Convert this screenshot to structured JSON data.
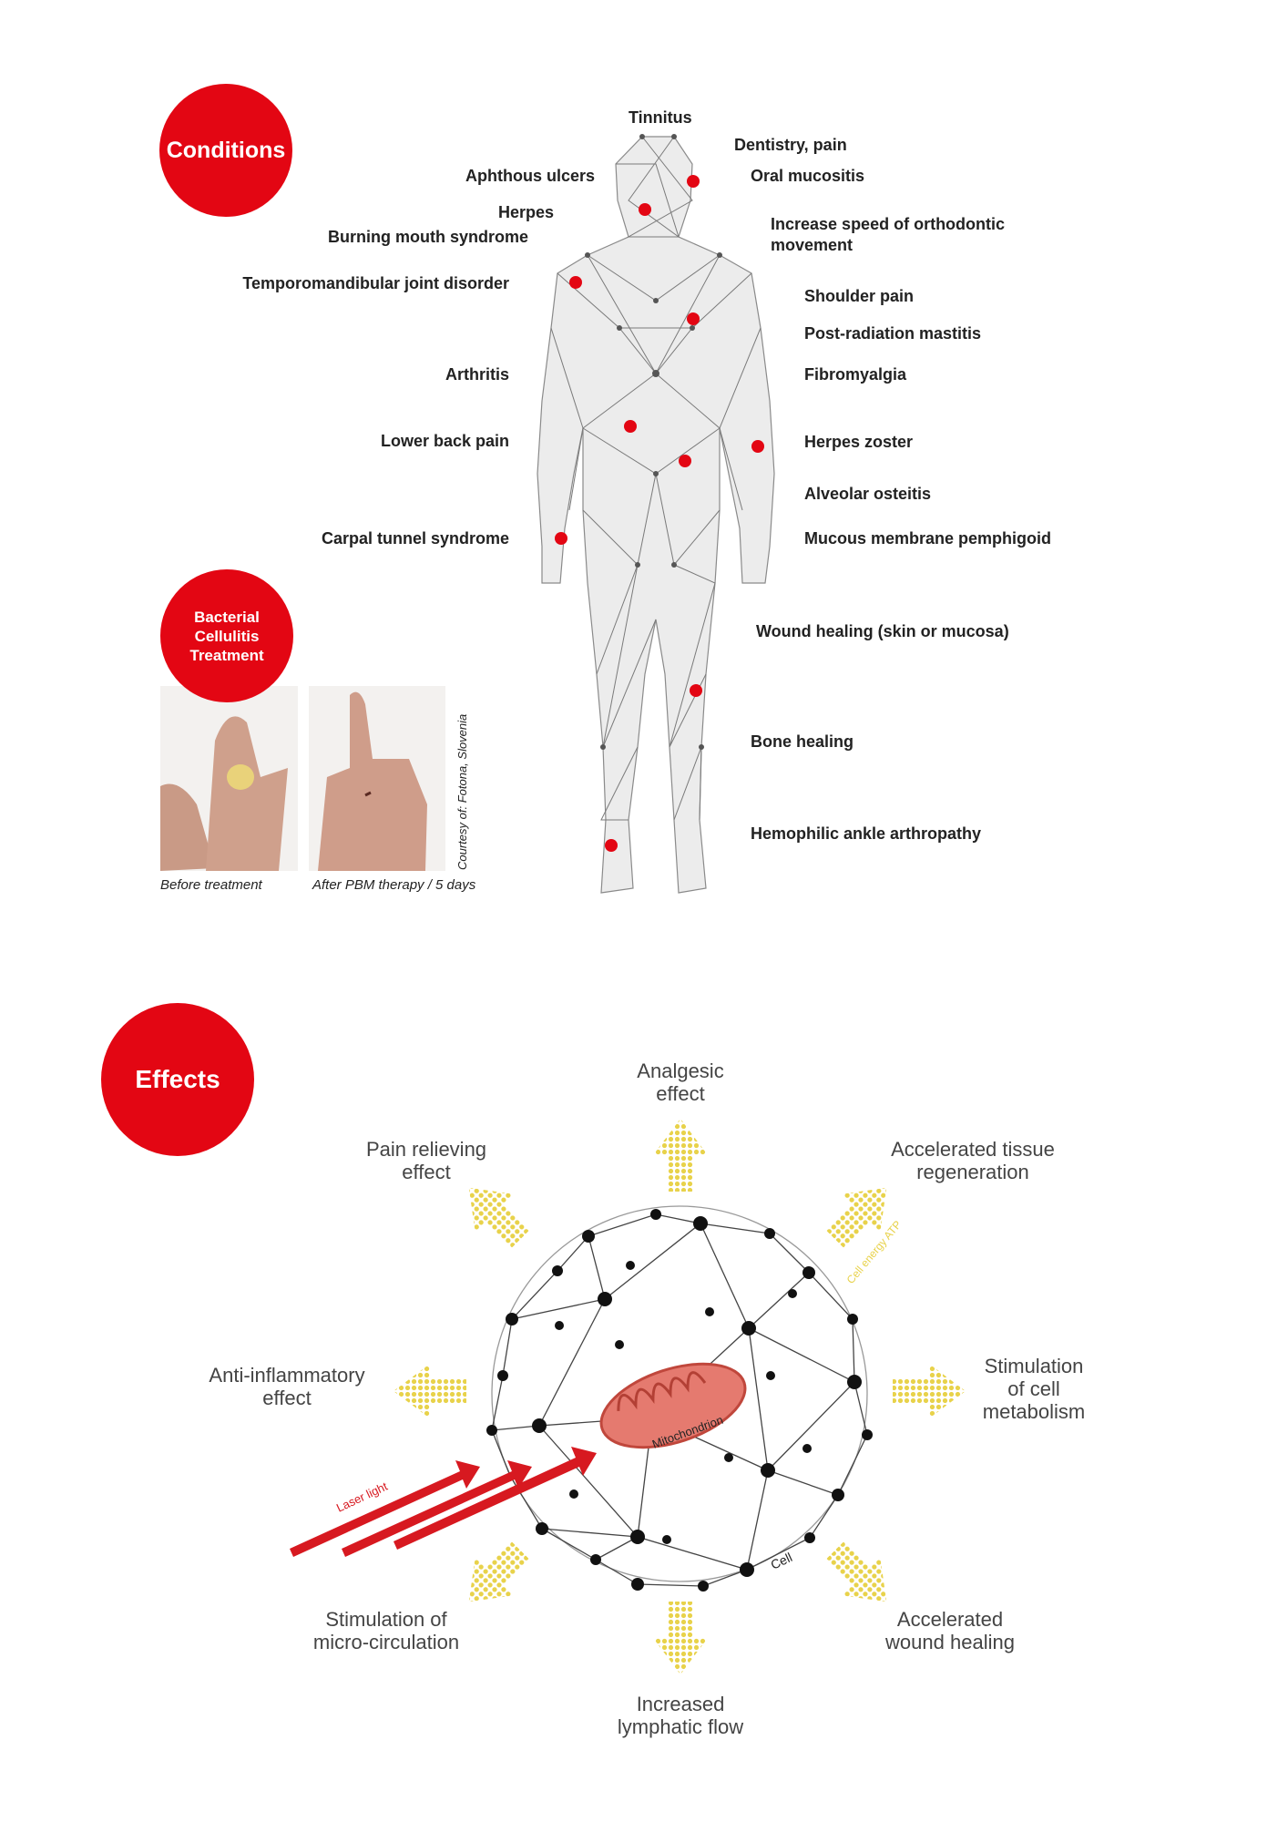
{
  "conditions": {
    "badge": "Conditions",
    "labels_left": [
      "Aphthous ulcers",
      "Herpes",
      "Burning mouth syndrome",
      "Temporomandibular joint disorder",
      "Arthritis",
      "Lower back pain",
      "Carpal tunnel syndrome"
    ],
    "labels_top": "Tinnitus",
    "labels_right": [
      "Dentistry, pain",
      "Oral mucositis",
      "Increase speed of orthodontic",
      "movement",
      "Shoulder pain",
      "Post-radiation mastitis",
      "Fibromyalgia",
      "Herpes zoster",
      "Alveolar osteitis",
      "Mucous membrane pemphigoid",
      "Wound healing (skin or mucosa)",
      "Bone healing",
      "Hemophilic ankle arthropathy"
    ]
  },
  "cellulitis": {
    "badge_lines": [
      "Bacterial",
      "Cellulitis",
      "Treatment"
    ],
    "before_caption": "Before treatment",
    "after_caption": "After PBM therapy / 5 days",
    "credit": "Courtesy of: Fotona, Slovenia"
  },
  "effects": {
    "badge": "Effects",
    "items": {
      "analgesic": [
        "Analgesic",
        "effect"
      ],
      "pain": [
        "Pain relieving",
        "effect"
      ],
      "tissue": [
        "Accelerated tissue",
        "regeneration"
      ],
      "anti": [
        "Anti-inflammatory",
        "effect"
      ],
      "metabolism": [
        "Stimulation",
        "of cell",
        "metabolism"
      ],
      "micro": [
        "Stimulation of",
        "micro-circulation"
      ],
      "wound": [
        "Accelerated",
        "wound healing"
      ],
      "lymph": [
        "Increased",
        "lymphatic flow"
      ]
    },
    "diagram_labels": {
      "laser": "Laser light",
      "mito": "Mitochondrion",
      "cell": "Cell",
      "atp": "Cell energy ATP"
    }
  },
  "colors": {
    "accent": "#e30613",
    "arrow": "#e8d24a",
    "text": "#222222"
  }
}
